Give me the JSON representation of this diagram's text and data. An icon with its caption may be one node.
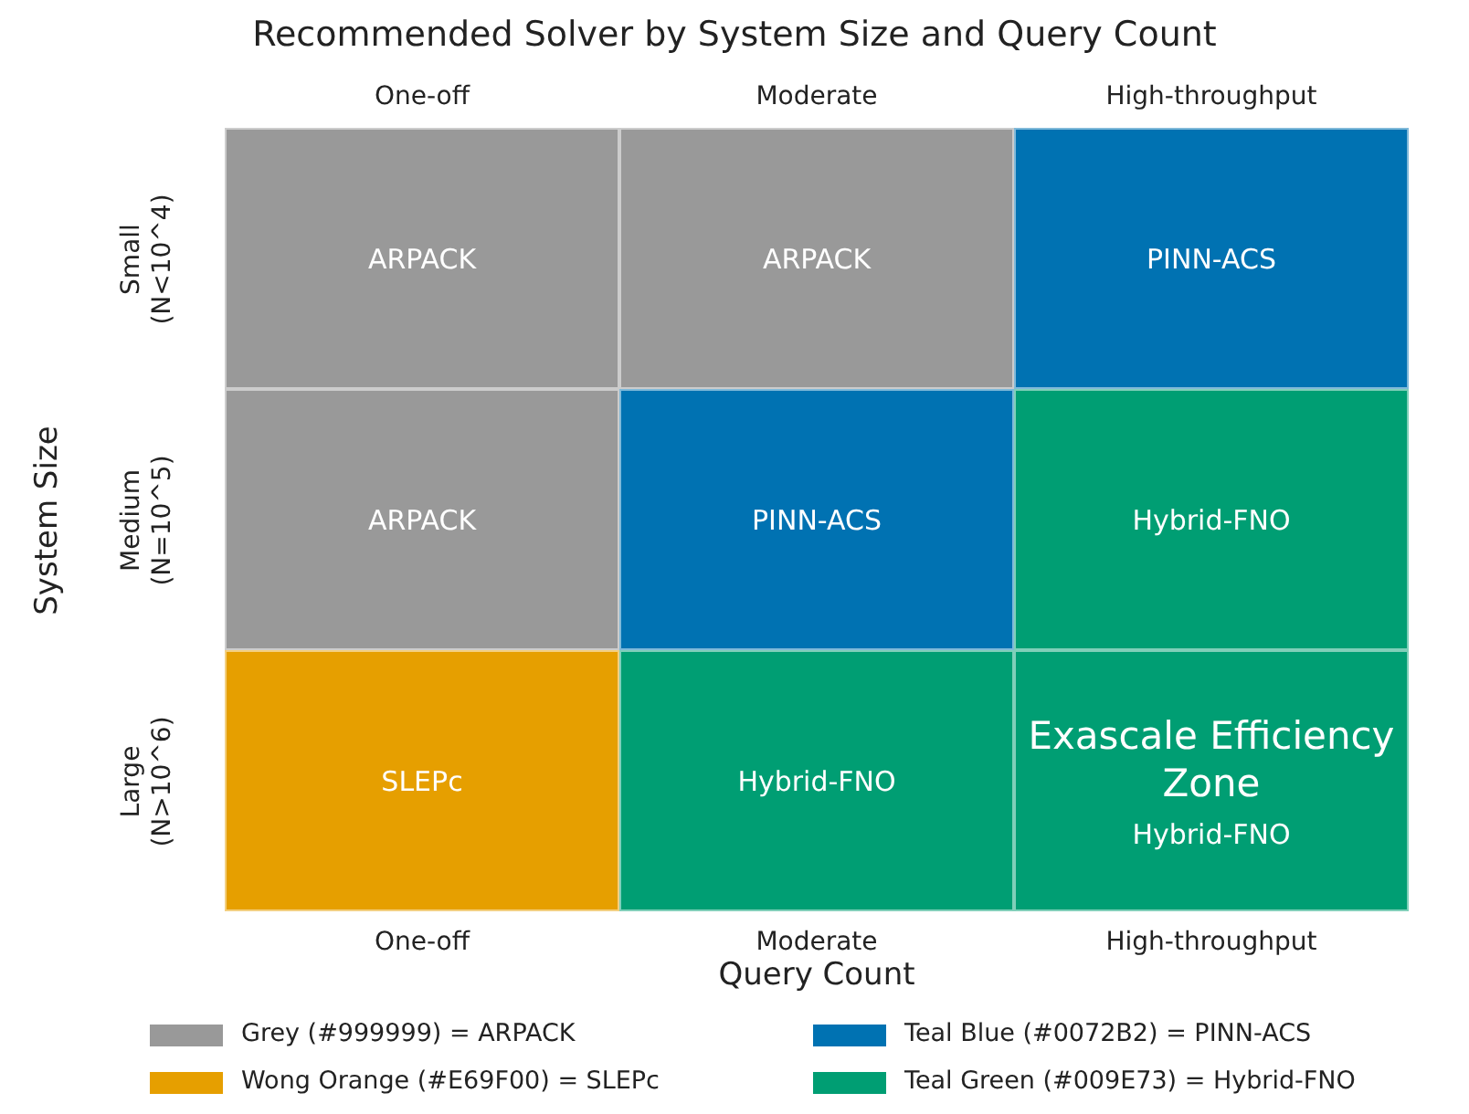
{
  "diagram": {
    "title": "Recommended Solver by System Size and Query Count",
    "nodes": [
      {
        "text": [
          "ARPACK"
        ]
      },
      {
        "text": [
          "ARPACK"
        ]
      },
      {
        "text": [
          "PINN-ACS"
        ]
      },
      {
        "text": [
          "ARPACK"
        ]
      },
      {
        "text": [
          "PINN-ACS"
        ]
      },
      {
        "text": [
          "Hybrid-FNO"
        ]
      },
      {
        "text": [
          "SLEPc"
        ]
      },
      {
        "text": [
          "Hybrid-FNO"
        ]
      },
      {
        "text": [
          "Exascale Efficiency Zone",
          "Hybrid-FNO"
        ]
      }
    ],
    "labels": [
      "One-off",
      "Moderate",
      "High-throughput",
      "System Size",
      "Small (N<10^4)",
      "Medium (N=10^5)",
      "Large (N>10^6)",
      "One-off",
      "Moderate",
      "High-throughput",
      "Query Count"
    ],
    "legend": [
      {
        "text": "Grey (#999999) = ARPACK",
        "color": "#999999"
      },
      {
        "text": "Teal Blue (#0072B2) = PINN-ACS",
        "color": "#0072B2"
      },
      {
        "text": "Wong Orange (#E69F00) = SLEPc",
        "color": "#E69F00"
      },
      {
        "text": "Teal Green (#009E73) = Hybrid-FNO",
        "color": "#009E73"
      }
    ]
  }
}
